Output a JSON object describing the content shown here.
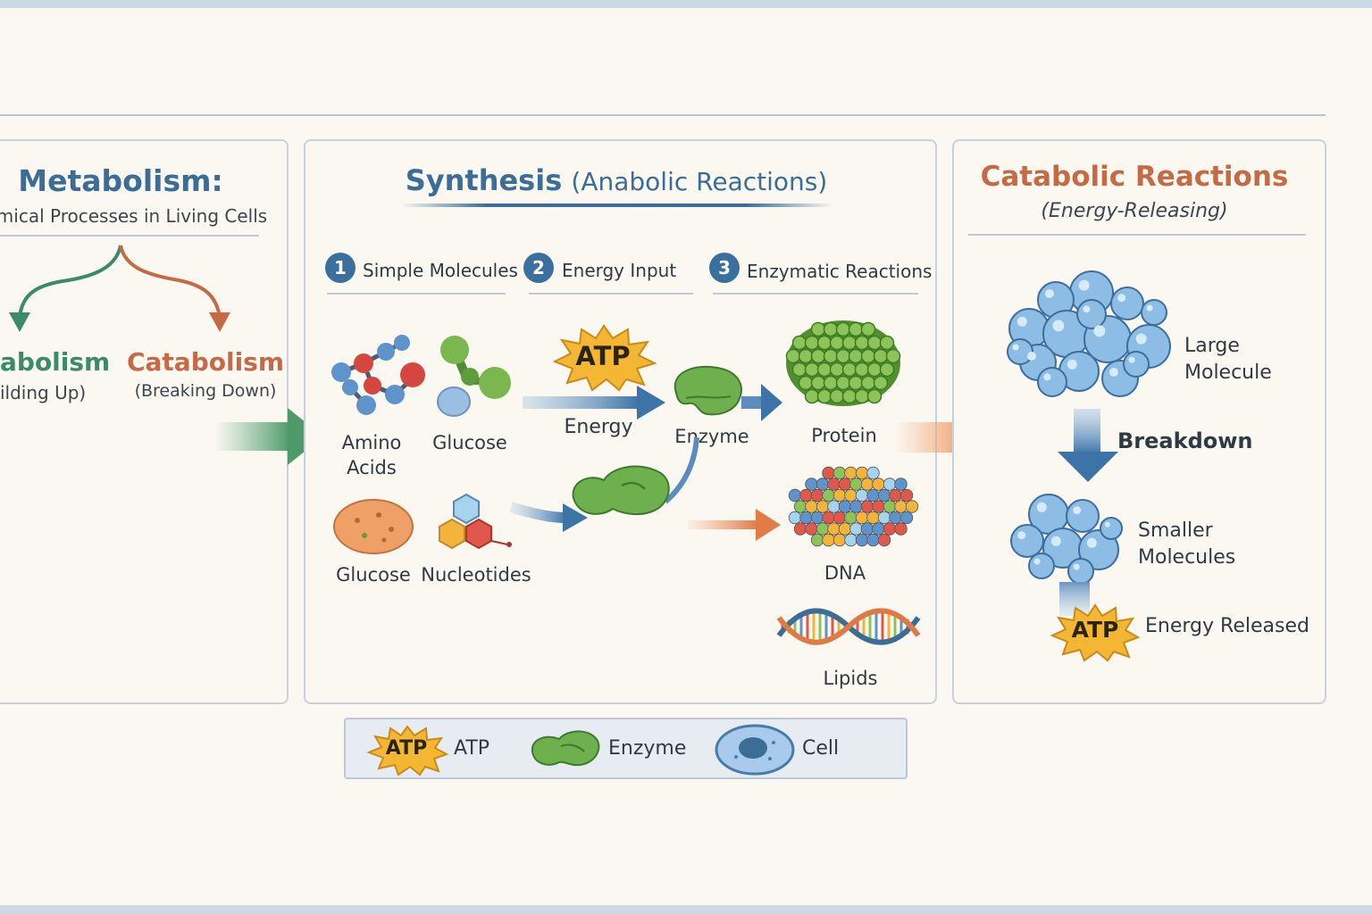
{
  "left_panel": {
    "title": "Metabolism:",
    "subtitle": "hemical Processes in Living Cells",
    "anabolism_label": "abolism",
    "anabolism_sub": "ilding Up)",
    "catabolism_label": "Catabolism",
    "catabolism_sub": "(Breaking Down)"
  },
  "middle_panel": {
    "title_main": "Synthesis",
    "title_paren": "(Anabolic Reactions)",
    "steps": [
      {
        "num": "1",
        "label": "Simple Molecules"
      },
      {
        "num": "2",
        "label": "Energy Input"
      },
      {
        "num": "3",
        "label": "Enzymatic Reactions"
      }
    ],
    "amino_acids_line1": "Amino",
    "amino_acids_line2": "Acids",
    "glucose_top": "Glucose",
    "glucose_bottom": "Glucose",
    "nucleotides": "Nucleotides",
    "atp_badge": "ATP",
    "energy": "Energy",
    "enzyme": "Enzyme",
    "protein": "Protein",
    "dna": "DNA",
    "lipids": "Lipids"
  },
  "right_panel": {
    "title": "Catabolic Reactions",
    "subtitle": "(Energy-Releasing)",
    "large_molecule_line1": "Large",
    "large_molecule_line2": "Molecule",
    "breakdown": "Breakdown",
    "smaller_line1": "Smaller",
    "smaller_line2": "Molecules",
    "atp_badge": "ATP",
    "energy_released": "Energy Released"
  },
  "legend": {
    "atp_badge": "ATP",
    "atp_label": "ATP",
    "enzyme_label": "Enzyme",
    "cell_label": "Cell"
  },
  "colors": {
    "title_blue": "#3c6d96",
    "catabolic_orange": "#c56a45",
    "anabolic_green": "#3b8a6c",
    "atp_yellow": "#f4b733",
    "enzyme_green": "#6fb04e",
    "molecule_blue": "#7fb2dc"
  }
}
